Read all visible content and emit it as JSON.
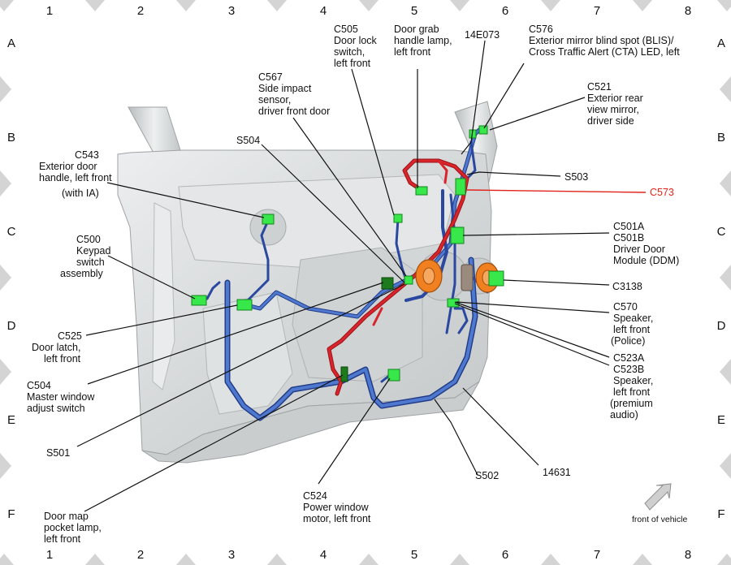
{
  "grid": {
    "columns": [
      "1",
      "2",
      "3",
      "4",
      "5",
      "6",
      "7",
      "8"
    ],
    "rows": [
      "A",
      "B",
      "C",
      "D",
      "E",
      "F"
    ]
  },
  "labels": {
    "c505": [
      "C505",
      "Door lock",
      "switch,",
      "left front"
    ],
    "grab": [
      "Door grab",
      "handle lamp,",
      "left front"
    ],
    "e073": [
      "14E073"
    ],
    "c576": [
      "C576",
      "Exterior mirror blind spot (BLIS)/",
      "Cross Traffic Alert (CTA) LED, left"
    ],
    "c567": [
      "C567",
      "Side impact",
      "sensor,",
      "driver front door"
    ],
    "c521": [
      "C521",
      "Exterior rear",
      "view mirror,",
      "driver side"
    ],
    "s504": [
      "S504"
    ],
    "s503": [
      "S503"
    ],
    "c543": [
      "C543",
      "Exterior door",
      "handle, left front",
      "(with IA)"
    ],
    "c573": [
      "C573"
    ],
    "c501": [
      "C501A",
      "C501B",
      "Driver Door",
      "Module (DDM)"
    ],
    "c500": [
      "C500",
      "Keypad",
      "switch",
      "assembly"
    ],
    "c3138": [
      "C3138"
    ],
    "c570": [
      "C570",
      "Speaker,",
      "left front",
      "(Police)"
    ],
    "c525": [
      "C525",
      "Door latch,",
      "left front"
    ],
    "c523": [
      "C523A",
      "C523B",
      "Speaker,",
      "left front",
      "(premium",
      "audio)"
    ],
    "c504": [
      "C504",
      "Master window",
      "adjust switch"
    ],
    "s501": [
      "S501"
    ],
    "s502": [
      "S502"
    ],
    "h14631": [
      "14631"
    ],
    "c524": [
      "C524",
      "Power window",
      "motor, left front"
    ],
    "mappocket": [
      "Door map",
      "pocket lamp,",
      "left front"
    ]
  },
  "orientation": {
    "label": "front of vehicle",
    "icon": "diagonal-arrow-icon"
  },
  "colors": {
    "harness_blue": "#3b5fb6",
    "harness_red": "#d8242a",
    "connector_green": "#38e84a",
    "connector_dark_green": "#1d7a1d",
    "component_orange": "#f08020",
    "door_panel": "#d7dadb",
    "label_red": "#e2231a"
  }
}
